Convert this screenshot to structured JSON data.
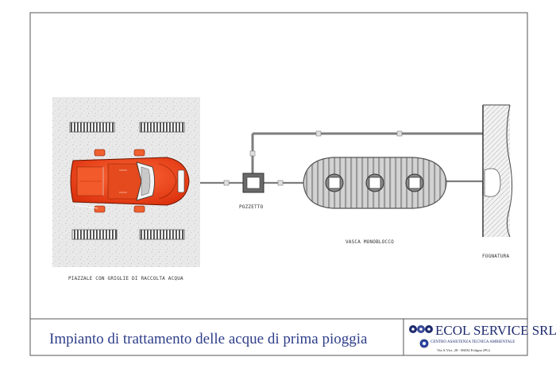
{
  "diagram": {
    "labels": {
      "yard": "PIAZZALE CON GRIGLIE DI RACCOLTA ACQUA",
      "manhole": "POZZETTO",
      "tank": "VASCA MONOBLOCCO",
      "sewer": "FOGNATURA"
    },
    "title": "Impianto di trattamento delle acque di prima pioggia",
    "company": {
      "name": "ECOL SERVICE SRL",
      "tagline": "CENTRO ASSISTENZA TECNICA AMBIENTALE",
      "address": "Via A.Vici, 28 - 06034 Foligno (PG)"
    },
    "colors": {
      "frame": "#555555",
      "title": "#2f3f8a",
      "car": "#e8401c",
      "pipe": "#7d7d7d",
      "tank": "#c8c8c8"
    }
  }
}
